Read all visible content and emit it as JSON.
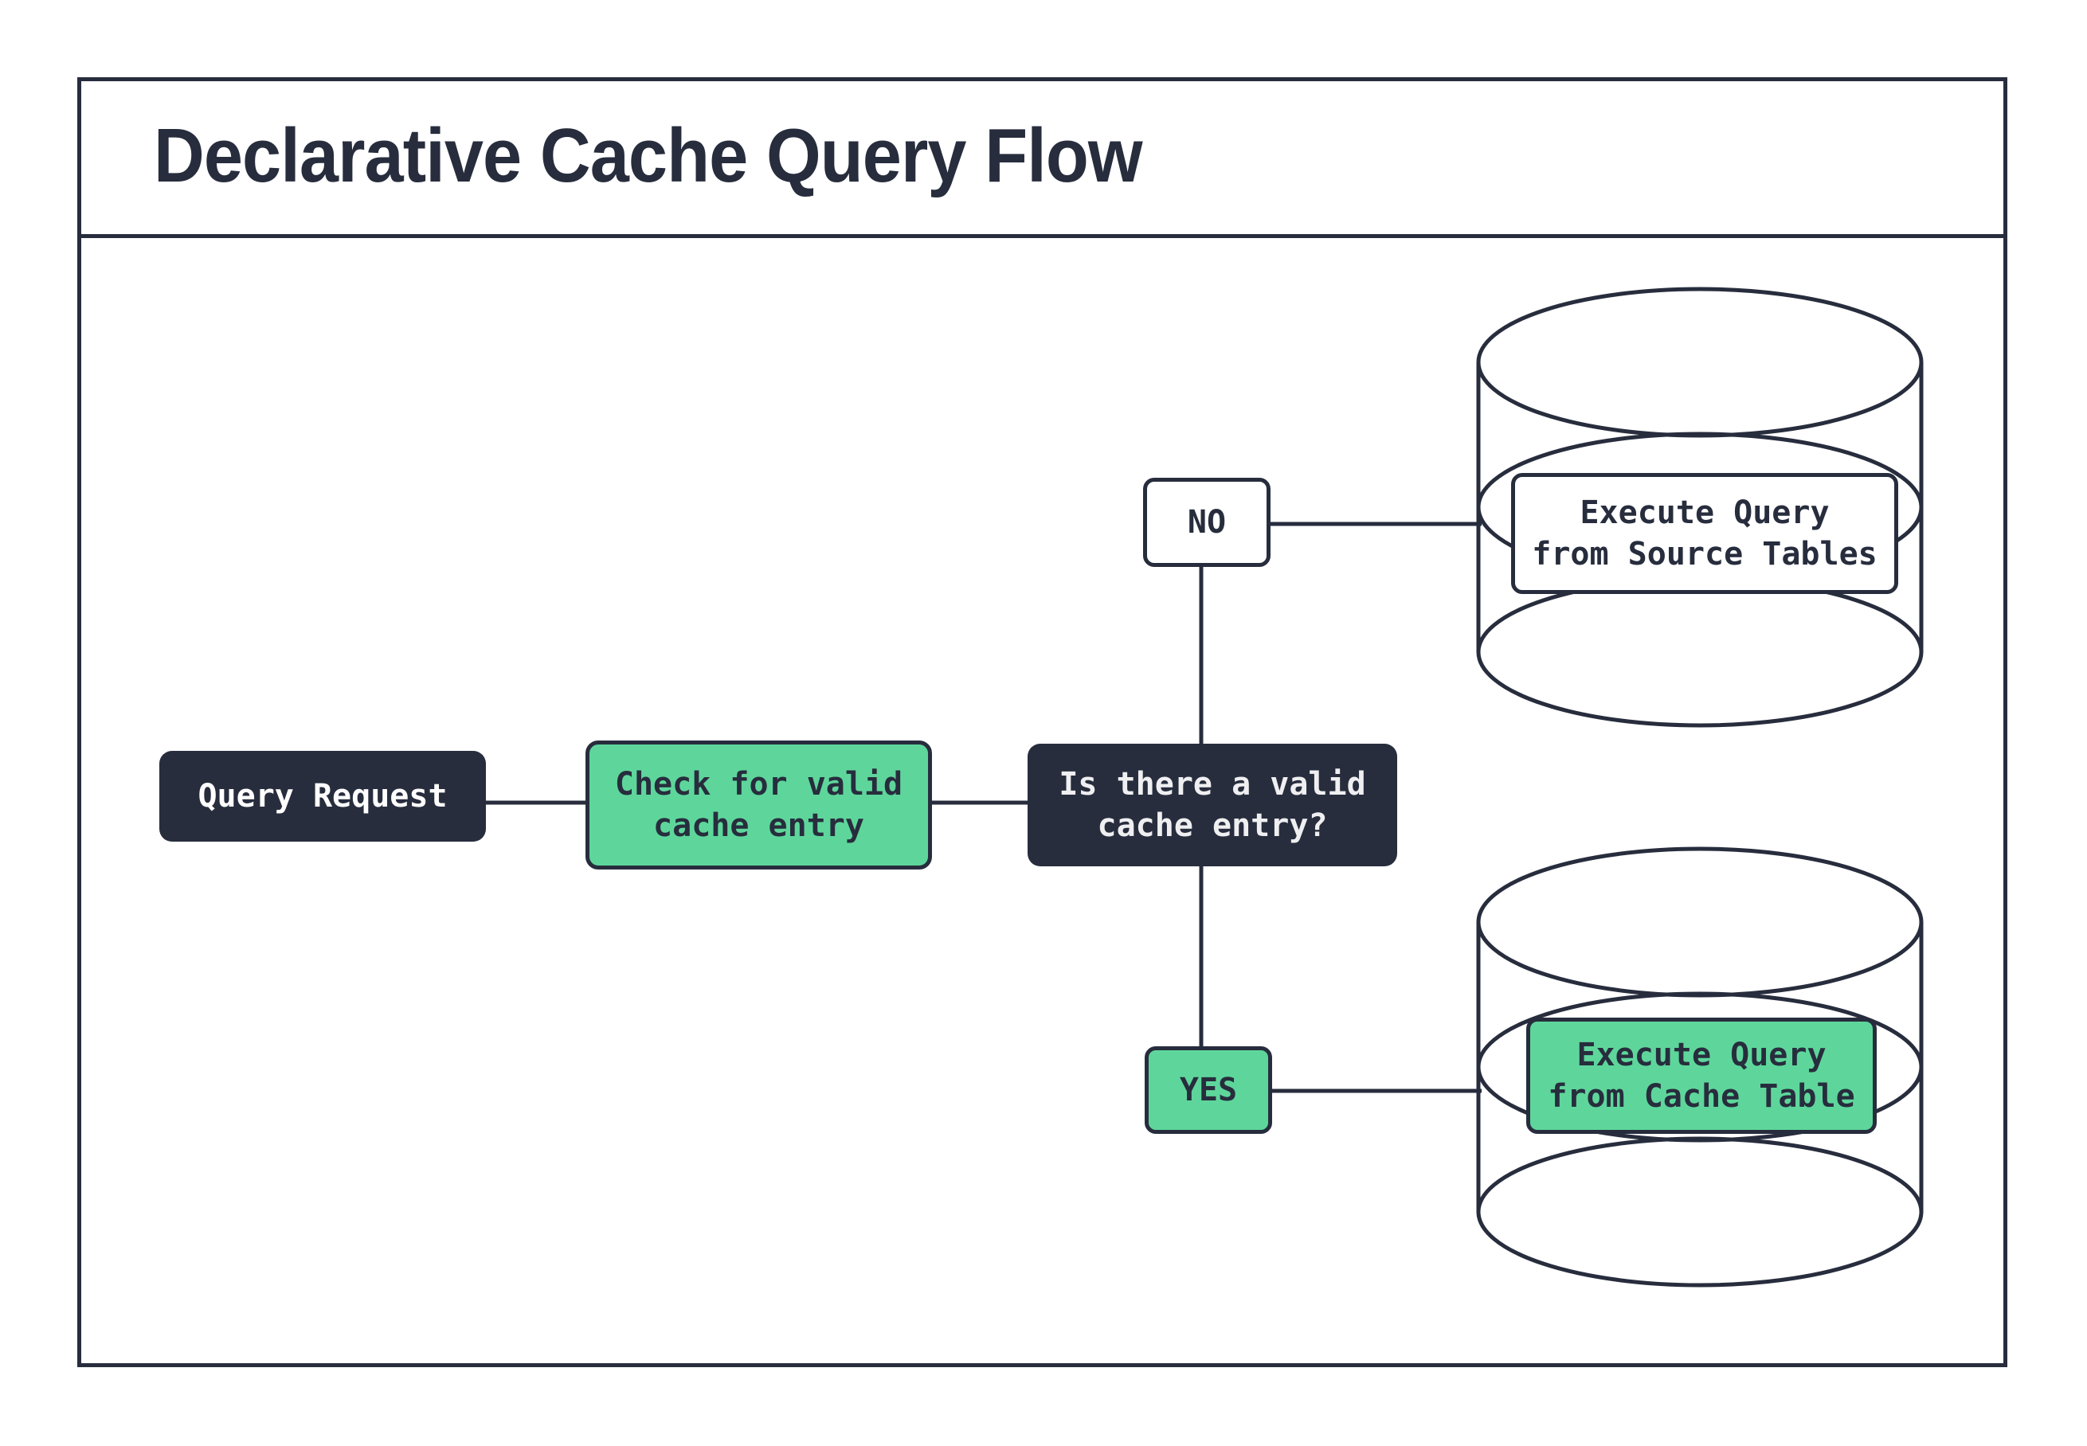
{
  "title": "Declarative Cache Query Flow",
  "colors": {
    "outline": "#272d3d",
    "node_dark": "#272d3d",
    "node_green": "#5ed69b",
    "node_white": "#ffffff",
    "text_on_dark": "#efeff1",
    "text_on_light": "#272d3d"
  },
  "nodes": {
    "query_request": {
      "label": "Query Request"
    },
    "check_cache": {
      "label": "Check for valid\ncache entry"
    },
    "decision": {
      "label": "Is there a valid\ncache entry?"
    },
    "branch_no": {
      "label": "NO"
    },
    "branch_yes": {
      "label": "YES"
    },
    "source_db": {
      "label": "Execute Query\nfrom Source Tables"
    },
    "cache_db": {
      "label": "Execute Query\nfrom Cache Table"
    }
  }
}
